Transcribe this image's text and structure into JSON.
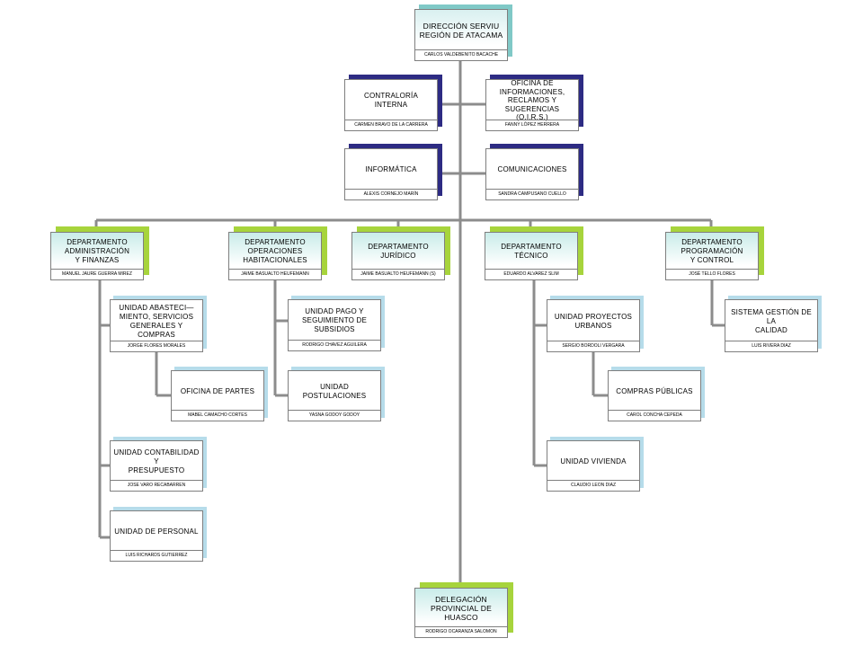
{
  "direccion": {
    "title_line1": "DIRECCIÓN SERVIU",
    "title_line2": "REGIÓN DE ATACAMA",
    "name": "CARLOS VALDEBENITO BACACHE"
  },
  "contraloria": {
    "title_line1": "CONTRALORÍA",
    "title_line2": "INTERNA",
    "name": "CARMEN BRAVO DE LA CARRERA"
  },
  "oirs": {
    "title_line1": "OFICINA DE",
    "title_line2": "INFORMACIONES,",
    "title_line3": "RECLAMOS Y",
    "title_line4": "SUGERENCIAS (O.I.R.S.)",
    "name": "FANNY LÓPEZ HERRERA"
  },
  "informatica": {
    "title": "INFORMÁTICA",
    "name": "ALEXIS CORNEJO MARÍN"
  },
  "comunicaciones": {
    "title": "COMUNICACIONES",
    "name": "SANDRA CAMPUSANO CUELLO"
  },
  "dep_admin": {
    "title_line1": "DEPARTAMENTO",
    "title_line2": "ADMINISTRACIÓN",
    "title_line3": "Y FINANZAS",
    "name": "MANUEL JAURE GUERRA MIREZ"
  },
  "dep_operaciones": {
    "title_line1": "DEPARTAMENTO",
    "title_line2": "OPERACIONES",
    "title_line3": "HABITACIONALES",
    "name": "JAIME BASUALTO HEUFEMANN"
  },
  "dep_juridico": {
    "title_line1": "DEPARTAMENTO",
    "title_line2": "JURÍDICO",
    "name": "JAIME BASUALTO HEUFEMANN (S)"
  },
  "dep_tecnico": {
    "title_line1": "DEPARTAMENTO",
    "title_line2": "TÉCNICO",
    "name": "EDUARDO ALVAREZ SLIM"
  },
  "dep_programacion": {
    "title_line1": "DEPARTAMENTO",
    "title_line2": "PROGRAMACIÓN",
    "title_line3": "Y CONTROL",
    "name": "JOSÉ TELLO FLORES"
  },
  "u_abastecimiento": {
    "title_line1": "UNIDAD ABASTECI—",
    "title_line2": "MIENTO, SERVICIOS",
    "title_line3": "GENERALES Y COMPRAS",
    "name": "JORGE FLORES MORALES"
  },
  "oficina_partes": {
    "title": "OFICINA DE PARTES",
    "name": "MABEL CAMACHO CORTES"
  },
  "u_contabilidad": {
    "title_line1": "UNIDAD CONTABILIDAD Y",
    "title_line2": "PRESUPUESTO",
    "name": "JOSE VARO RECABARREN"
  },
  "u_personal": {
    "title": "UNIDAD DE PERSONAL",
    "name": "LUIS RICHARDS GUTIERREZ"
  },
  "u_pago": {
    "title_line1": "UNIDAD PAGO Y",
    "title_line2": "SEGUIMIENTO DE",
    "title_line3": "SUBSIDIOS",
    "name": "RODRIGO CHAVEZ AGUILERA"
  },
  "u_postulaciones": {
    "title": "UNIDAD POSTULACIONES",
    "name": "YASNA GODOY GODOY"
  },
  "u_proyectos": {
    "title_line1": "UNIDAD PROYECTOS",
    "title_line2": "URBANOS",
    "name": "SERGIO BORDOLI VERGARA"
  },
  "compras_publicas": {
    "title": "COMPRAS PÚBLICAS",
    "name": "CAROL CONCHA CEPEDA"
  },
  "u_vivienda": {
    "title": "UNIDAD VIVIENDA",
    "name": "CLAUDIO LEON DIAZ"
  },
  "sistema_calidad": {
    "title_line1": "SISTEMA GESTIÓN DE LA",
    "title_line2": "CALIDAD",
    "name": "LUIS RIVERA DIAZ"
  },
  "delegacion": {
    "title_line1": "DELEGACIÓN",
    "title_line2": "PROVINCIAL DE HUASCO",
    "name": "RODRIGO OCARANZA SALOMON"
  },
  "colors": {
    "line": "#8c8c8c",
    "teal": "#80c9c7",
    "navy": "#2d2b83",
    "green": "#a7d43c",
    "light_blue": "#b6dcea"
  }
}
